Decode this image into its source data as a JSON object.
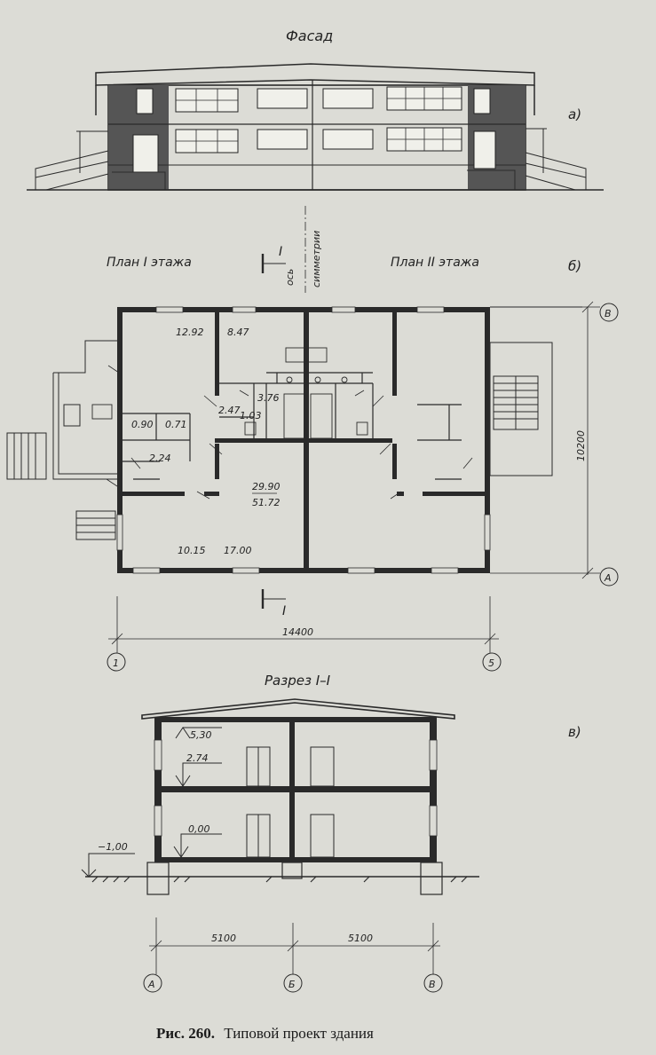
{
  "labels": {
    "facade_title": "Фасад",
    "facade_letter": "а)",
    "plan1_title": "План I этажа",
    "plan2_title": "План II этажа",
    "plan_letter": "б)",
    "axis_label_1": "ось",
    "axis_label_2": "симметрии",
    "section_mark_top": "I",
    "section_mark_bottom": "I",
    "section_title": "Разрез I–I",
    "section_letter": "в)"
  },
  "plan": {
    "areas": [
      "12.92",
      "8.47",
      "3.76",
      "2.47",
      "1.03",
      "0.90",
      "0.71",
      "2.24",
      "29.90",
      "51.72",
      "10.15",
      "17.00"
    ],
    "dim_width": "14400",
    "dim_depth": "10200",
    "axis_left": "1",
    "axis_right": "5",
    "axis_top": "В",
    "axis_bottom": "А"
  },
  "section": {
    "level_top": "5,30",
    "level_mid": "2.74",
    "level_floor": "0,00",
    "level_ground": "−1,00",
    "dim_left": "5100",
    "dim_right": "5100",
    "axis_a": "А",
    "axis_b": "Б",
    "axis_v": "В"
  },
  "caption": {
    "prefix": "Рис. 260.",
    "text": "Типовой проект здания"
  }
}
